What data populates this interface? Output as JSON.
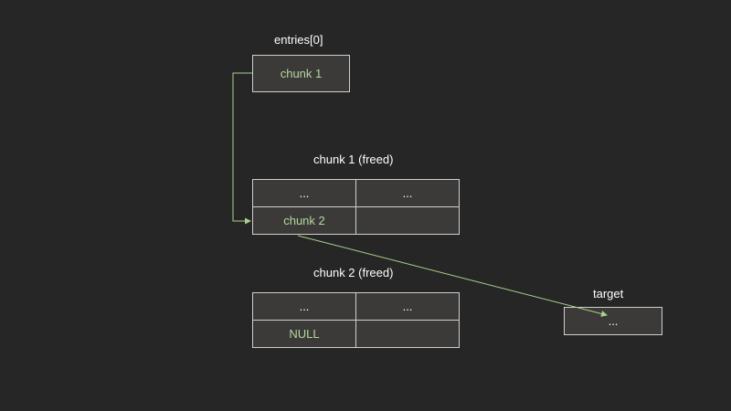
{
  "entries_label": "entries[0]",
  "entries_cell": "chunk 1",
  "chunk1": {
    "label": "chunk 1 (freed)",
    "cells": [
      "...",
      "...",
      "chunk 2",
      ""
    ]
  },
  "chunk2": {
    "label": "chunk 2 (freed)",
    "cells": [
      "...",
      "...",
      "NULL",
      ""
    ]
  },
  "target": {
    "label": "target",
    "cell": "..."
  },
  "colors": {
    "background": "#262626",
    "box_fill": "#3b3a39",
    "box_border": "#cfcfcf",
    "pointer_text": "#b6d7a0",
    "arrow": "#a9d18e"
  }
}
